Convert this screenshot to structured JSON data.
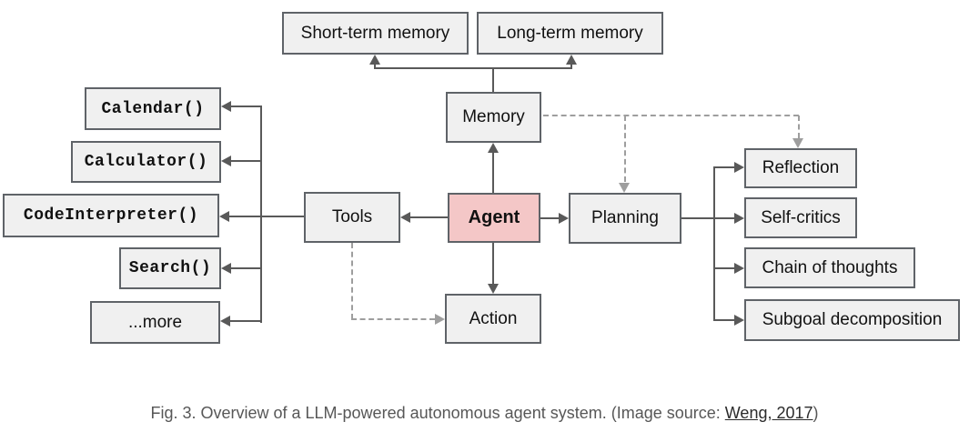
{
  "colors": {
    "box_fill": "#f0f0f0",
    "box_border": "#5f6368",
    "agent_fill": "#f4c7c7",
    "line": "#595959",
    "dashed_line": "#9e9e9e",
    "text": "#111111",
    "caption_text": "#575757",
    "caption_link": "#2b2b2b"
  },
  "diagram": {
    "nodes": {
      "short_term_memory": {
        "label": "Short-term memory"
      },
      "long_term_memory": {
        "label": "Long-term memory"
      },
      "memory": {
        "label": "Memory"
      },
      "agent": {
        "label": "Agent"
      },
      "tools": {
        "label": "Tools"
      },
      "action": {
        "label": "Action"
      },
      "planning": {
        "label": "Planning"
      },
      "calendar": {
        "label": "Calendar()"
      },
      "calculator": {
        "label": "Calculator()"
      },
      "code_interpreter": {
        "label": "CodeInterpreter()"
      },
      "search": {
        "label": "Search()"
      },
      "more": {
        "label": "...more"
      },
      "reflection": {
        "label": "Reflection"
      },
      "self_critics": {
        "label": "Self-critics"
      },
      "chain_of_thoughts": {
        "label": "Chain of thoughts"
      },
      "subgoal_decomposition": {
        "label": "Subgoal decomposition"
      }
    },
    "edges": [
      {
        "from": "memory",
        "to": "short_term_memory",
        "style": "solid"
      },
      {
        "from": "memory",
        "to": "long_term_memory",
        "style": "solid"
      },
      {
        "from": "agent",
        "to": "memory",
        "style": "solid"
      },
      {
        "from": "agent",
        "to": "tools",
        "style": "solid"
      },
      {
        "from": "agent",
        "to": "planning",
        "style": "solid"
      },
      {
        "from": "agent",
        "to": "action",
        "style": "solid"
      },
      {
        "from": "tools",
        "to": "calendar",
        "style": "solid"
      },
      {
        "from": "tools",
        "to": "calculator",
        "style": "solid"
      },
      {
        "from": "tools",
        "to": "code_interpreter",
        "style": "solid"
      },
      {
        "from": "tools",
        "to": "search",
        "style": "solid"
      },
      {
        "from": "tools",
        "to": "more",
        "style": "solid"
      },
      {
        "from": "planning",
        "to": "reflection",
        "style": "solid"
      },
      {
        "from": "planning",
        "to": "self_critics",
        "style": "solid"
      },
      {
        "from": "planning",
        "to": "chain_of_thoughts",
        "style": "solid"
      },
      {
        "from": "planning",
        "to": "subgoal_decomposition",
        "style": "solid"
      },
      {
        "from": "memory",
        "to": "planning",
        "style": "dashed"
      },
      {
        "from": "memory",
        "to": "reflection",
        "style": "dashed"
      },
      {
        "from": "tools",
        "to": "action",
        "style": "dashed"
      }
    ]
  },
  "caption": {
    "prefix": "Fig. 3. Overview of a LLM-powered autonomous agent system. (Image source: ",
    "link_text": "Weng, 2017",
    "suffix": ")"
  }
}
